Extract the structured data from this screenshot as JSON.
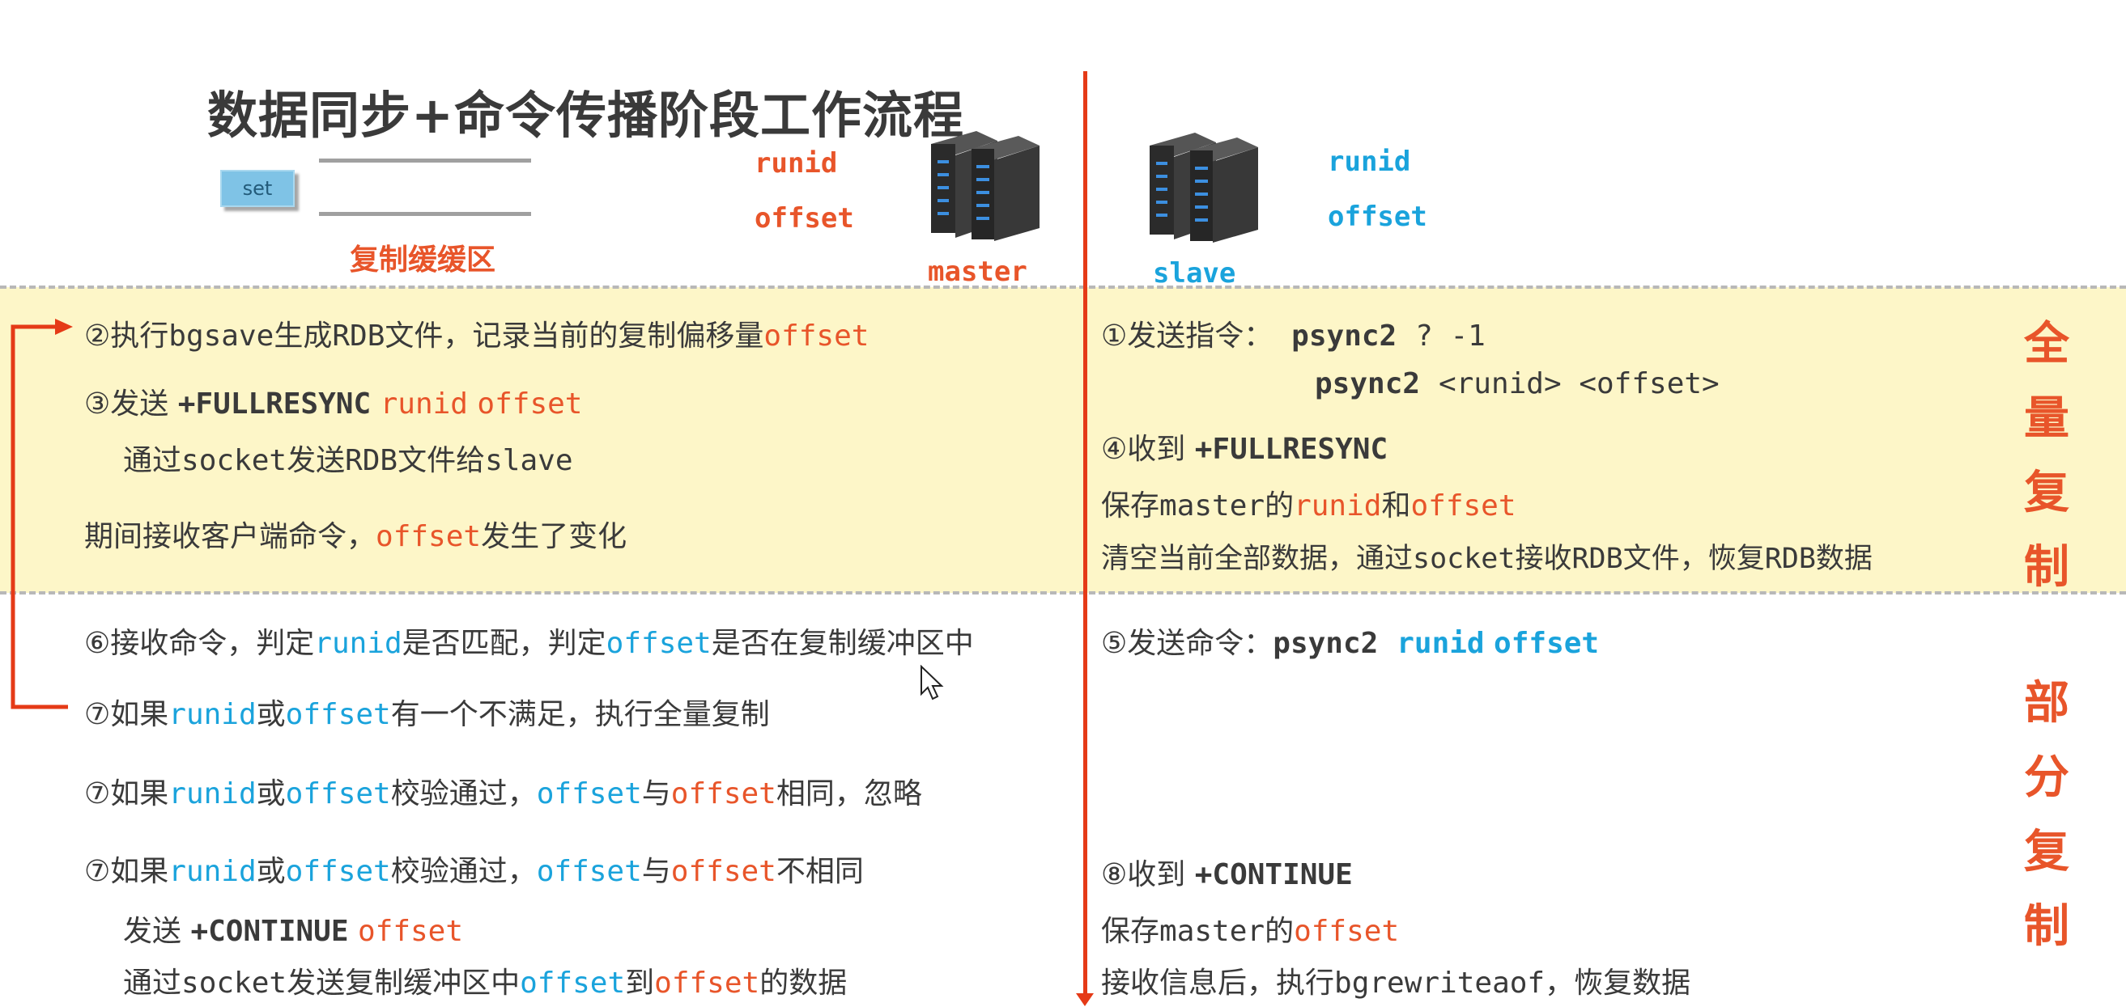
{
  "title": "数据同步+命令传播阶段工作流程",
  "buffer": {
    "set_label": "set",
    "label": "复制缓缓区"
  },
  "master": {
    "runid": "runid",
    "offset": "offset",
    "label": "master"
  },
  "slave": {
    "runid": "runid",
    "offset": "offset",
    "label": "slave"
  },
  "side_labels": {
    "full": [
      "全",
      "量",
      "复",
      "制"
    ],
    "partial": [
      "部",
      "分",
      "复",
      "制"
    ]
  },
  "colors": {
    "accent_red": "#e8552a",
    "accent_blue": "#1aa3dc",
    "band_yellow": "#fdf6c8",
    "divider_red": "#e53a17"
  },
  "left": {
    "step2": {
      "prefix": "②执行",
      "cmd": "bgsave",
      "mid": "生成",
      "rdb": "RDB",
      "text": "文件，记录当前的复制偏移量",
      "offset": "offset"
    },
    "step3": {
      "prefix": "③发送 ",
      "cmd": "+FULLRESYNC",
      "runid": "runid",
      "offset": "offset"
    },
    "step3_sub": {
      "a": "通过",
      "socket": "socket",
      "b": "发送",
      "rdb": "RDB",
      "c": "文件给",
      "slave": "slave"
    },
    "during": {
      "a": "期间接收客户端命令，",
      "offset": "offset",
      "b": "发生了变化"
    },
    "step6": {
      "a": "⑥接收命令，判定",
      "runid": "runid",
      "b": "是否匹配，判定",
      "offset": "offset",
      "c": "是否在复制缓冲区中"
    },
    "step7a": {
      "a": "⑦如果",
      "runid": "runid",
      "b": "或",
      "offset": "offset",
      "c": "有一个不满足，执行全量复制"
    },
    "step7b": {
      "a": "⑦如果",
      "runid": "runid",
      "b": "或",
      "offset": "offset",
      "c": "校验通过，",
      "offset2": "offset",
      "d": "与",
      "offset3": "offset",
      "e": "相同，忽略"
    },
    "step7c": {
      "a": "⑦如果",
      "runid": "runid",
      "b": "或",
      "offset": "offset",
      "c": "校验通过，",
      "offset2": "offset",
      "d": "与",
      "offset3": "offset",
      "e": "不相同"
    },
    "step7c_send": {
      "a": "发送 ",
      "cmd": "+CONTINUE",
      "offset": "offset"
    },
    "step7c_sub": {
      "a": "通过",
      "socket": "socket",
      "b": "发送复制缓冲区中",
      "offset": "offset",
      "c": "到",
      "offset2": "offset",
      "d": "的数据"
    }
  },
  "right": {
    "step1": {
      "label": "①发送指令：",
      "cmd": "psync2",
      "args": "? -1"
    },
    "step1b": {
      "cmd": "psync2",
      "args": "<runid> <offset>"
    },
    "step4": {
      "label": "④收到 ",
      "cmd": "+FULLRESYNC"
    },
    "step4_save": {
      "a": "保存",
      "master": "master",
      "b": "的",
      "runid": "runid",
      "c": "和",
      "offset": "offset"
    },
    "step4_clear": {
      "a": "清空当前全部数据，通过",
      "socket": "socket",
      "b": "接收",
      "rdb": "RDB",
      "c": "文件，恢复",
      "rdb2": "RDB",
      "d": "数据"
    },
    "step5": {
      "label": "⑤发送命令：",
      "cmd": "psync2",
      "runid": "runid",
      "offset": "offset"
    },
    "step8": {
      "label": "⑧收到 ",
      "cmd": "+CONTINUE"
    },
    "step8_save": {
      "a": "保存",
      "master": "master",
      "b": "的",
      "offset": "offset"
    },
    "step8_recv": {
      "a": "接收信息后，执行",
      "cmd": "bgrewriteaof",
      "b": "，恢复数据"
    }
  }
}
